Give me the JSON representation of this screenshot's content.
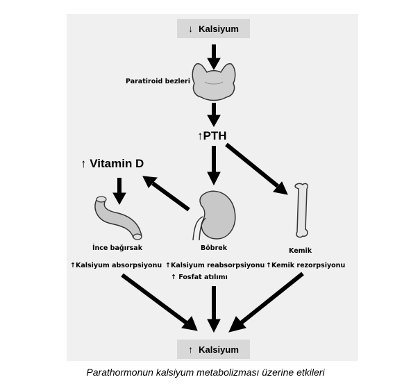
{
  "top_box": {
    "label": "Kalsiyum",
    "direction": "down"
  },
  "bottom_box": {
    "label": "Kalsiyum",
    "direction": "up"
  },
  "gland": {
    "label": "Paratiroid bezleri"
  },
  "hormone": {
    "label": "PTH",
    "direction": "up"
  },
  "vitamin": {
    "label": "Vitamin D",
    "direction": "up"
  },
  "organs": {
    "intestine": {
      "label": "İnce bağırsak",
      "effect": "Kalsiyum absorpsiyonu"
    },
    "kidney": {
      "label": "Böbrek",
      "effect": "Kalsiyum reabsorpsiyonu",
      "effect2": "Fosfat atılımı"
    },
    "bone": {
      "label": "Kemik",
      "effect": "Kemik rezorpsiyonu"
    }
  },
  "caption": "Parathormonun kalsiyum metabolizması üzerine etkileri",
  "icons": {
    "up": "↑",
    "down": "↓"
  },
  "colors": {
    "panel": "#f0f0f0",
    "box": "#d8d8d8",
    "organ": "#c8c8c8",
    "arrow": "#000000"
  }
}
